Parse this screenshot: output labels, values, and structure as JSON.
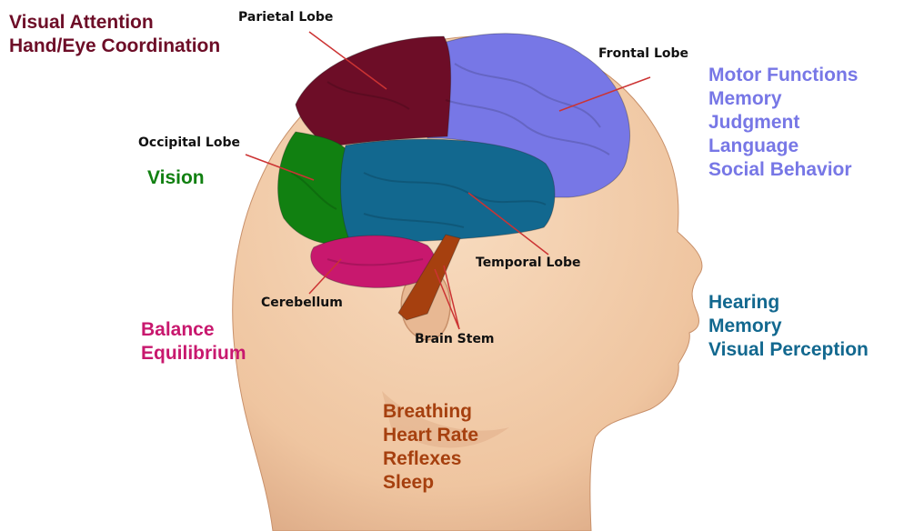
{
  "colors": {
    "parietal": "#6d0d27",
    "frontal": "#7777e6",
    "occipital": "#118011",
    "temporal": "#12688f",
    "cerebellum": "#c8186e",
    "brainstem": "#a6400f",
    "skin": "#f2ccaa",
    "skin_shadow": "#d8a683",
    "pointer_line": "#cc3333"
  },
  "lobes": [
    {
      "id": "parietal",
      "label": "Parietal Lobe",
      "functions": [
        "Visual Attention",
        "Hand/Eye Coordination"
      ]
    },
    {
      "id": "frontal",
      "label": "Frontal Lobe",
      "functions": [
        "Motor Functions",
        "Memory",
        "Judgment",
        "Language",
        "Social Behavior"
      ]
    },
    {
      "id": "occipital",
      "label": "Occipital Lobe",
      "functions": [
        "Vision"
      ]
    },
    {
      "id": "temporal",
      "label": "Temporal Lobe",
      "functions": [
        "Hearing",
        "Memory",
        "Visual Perception"
      ]
    },
    {
      "id": "cerebellum",
      "label": "Cerebellum",
      "functions": [
        "Balance",
        "Equilibrium"
      ]
    },
    {
      "id": "brainstem",
      "label": "Brain Stem",
      "functions": [
        "Breathing",
        "Heart Rate",
        "Reflexes",
        "Sleep"
      ]
    }
  ]
}
